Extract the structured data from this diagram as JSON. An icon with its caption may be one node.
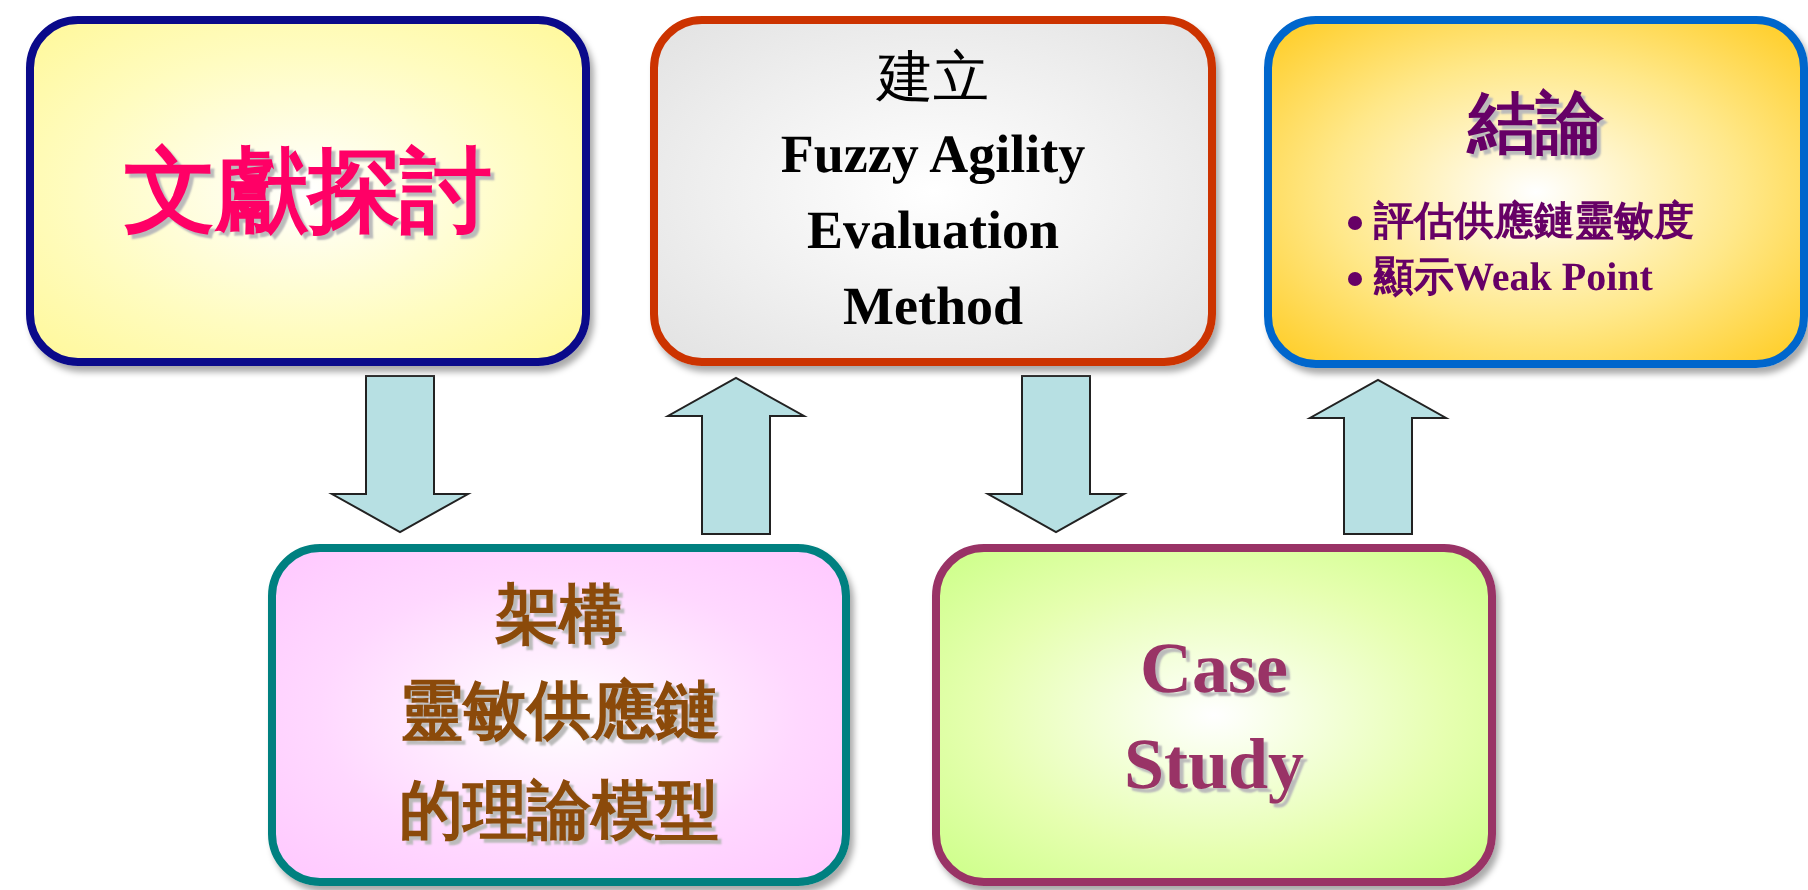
{
  "diagram": {
    "nodes": [
      {
        "text": [
          "文獻探討"
        ]
      },
      {
        "text": [
          "建立",
          "Fuzzy Agility Evaluation Method"
        ]
      },
      {
        "text": [
          "結論",
          "評估供應鏈靈敏度",
          "顯示Weak Point"
        ]
      },
      {
        "text": [
          "架構",
          "靈敏供應鏈的理論模型"
        ]
      },
      {
        "text": [
          "Case Study"
        ]
      }
    ],
    "edges": [
      {
        "from": 0,
        "to": 3,
        "arrow": "to"
      },
      {
        "from": 3,
        "to": 1,
        "arrow": "to"
      },
      {
        "from": 1,
        "to": 4,
        "arrow": "to"
      },
      {
        "from": 4,
        "to": 2,
        "arrow": "to"
      }
    ]
  }
}
